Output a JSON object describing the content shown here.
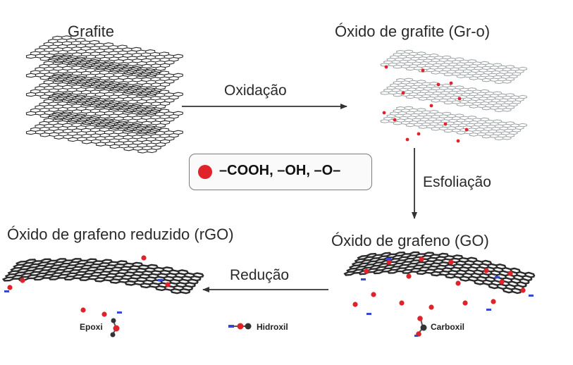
{
  "labels": {
    "graphite": "Grafite",
    "graphite_oxide": "Óxido de grafite (Gr-o)",
    "oxidation": "Oxidação",
    "exfoliation": "Esfoliação",
    "graphene_oxide": "Óxido de grafeno (GO)",
    "reduced_go": "Óxido de grafeno reduzido (rGO)",
    "reduction": "Redução"
  },
  "legend": {
    "groups": "–COOH, –OH, –O–"
  },
  "groups": {
    "epoxy": "Epoxi",
    "hydroxyl": "Hidroxil",
    "carboxyl": "Carboxil"
  },
  "colors": {
    "carbon_dark": "#2b2b2b",
    "carbon_light": "#9aa0a3",
    "oxygen": "#e0232a",
    "hydrogen": "#3549c9",
    "arrow": "#333333"
  },
  "icons": {
    "graphite": "layered-graphite-icon",
    "graphite_oxide": "oxidized-graphite-stack-icon",
    "graphene_oxide": "graphene-oxide-sheet-icon",
    "reduced_go": "reduced-graphene-sheet-icon"
  }
}
